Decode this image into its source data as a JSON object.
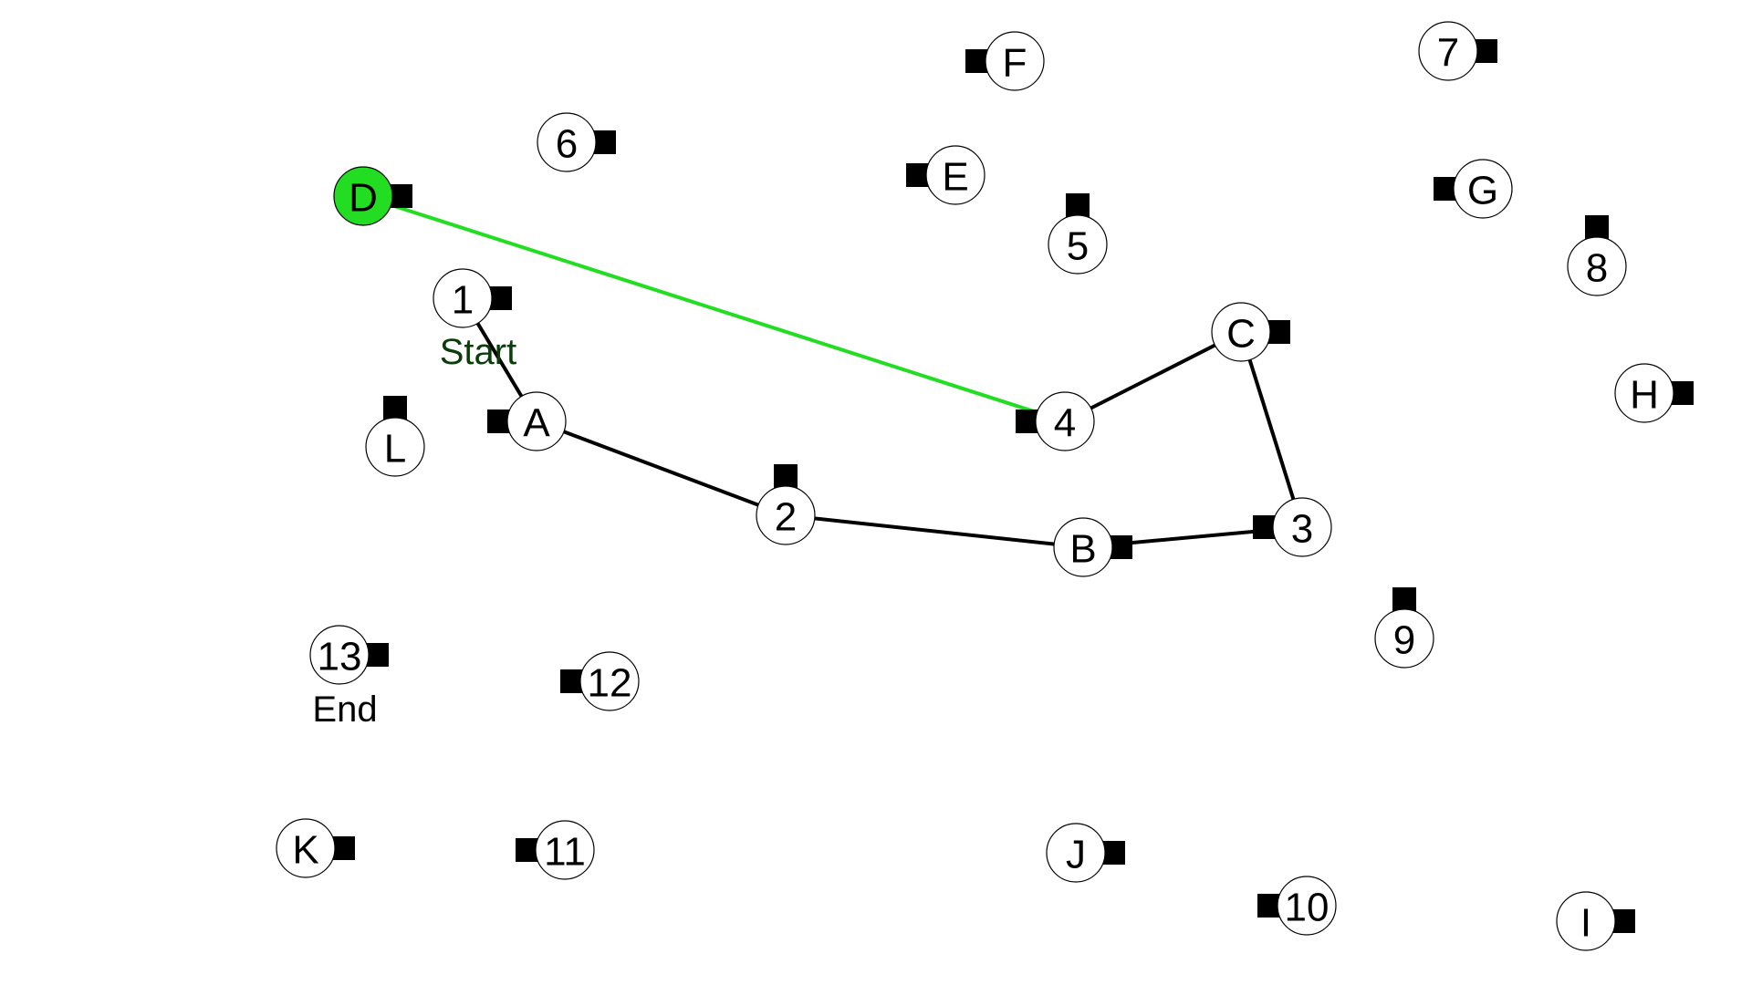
{
  "colors": {
    "background": "#ffffff",
    "node_fill": "#ffffff",
    "node_stroke": "#000000",
    "active_fill": "#22dd22",
    "path_stroke": "#000000",
    "active_edge": "#22dd22",
    "marker": "#000000",
    "start_label": "#0b3d0b",
    "end_label": "#000000"
  },
  "nodes": [
    {
      "id": "1",
      "label": "1"
    },
    {
      "id": "2",
      "label": "2"
    },
    {
      "id": "3",
      "label": "3"
    },
    {
      "id": "4",
      "label": "4"
    },
    {
      "id": "5",
      "label": "5"
    },
    {
      "id": "6",
      "label": "6"
    },
    {
      "id": "7",
      "label": "7"
    },
    {
      "id": "8",
      "label": "8"
    },
    {
      "id": "9",
      "label": "9"
    },
    {
      "id": "10",
      "label": "10"
    },
    {
      "id": "11",
      "label": "11"
    },
    {
      "id": "12",
      "label": "12"
    },
    {
      "id": "13",
      "label": "13"
    },
    {
      "id": "A",
      "label": "A"
    },
    {
      "id": "B",
      "label": "B"
    },
    {
      "id": "C",
      "label": "C"
    },
    {
      "id": "D",
      "label": "D",
      "active": true
    },
    {
      "id": "E",
      "label": "E"
    },
    {
      "id": "F",
      "label": "F"
    },
    {
      "id": "G",
      "label": "G"
    },
    {
      "id": "H",
      "label": "H"
    },
    {
      "id": "I",
      "label": "I"
    },
    {
      "id": "J",
      "label": "J"
    },
    {
      "id": "K",
      "label": "K"
    },
    {
      "id": "L",
      "label": "L"
    }
  ],
  "edges": [
    {
      "from": "1",
      "to": "A"
    },
    {
      "from": "A",
      "to": "2"
    },
    {
      "from": "2",
      "to": "B"
    },
    {
      "from": "B",
      "to": "3"
    },
    {
      "from": "3",
      "to": "C"
    },
    {
      "from": "C",
      "to": "4"
    },
    {
      "from": "4",
      "to": "D",
      "active": true
    }
  ],
  "captions": {
    "start": "Start",
    "end": "End"
  }
}
